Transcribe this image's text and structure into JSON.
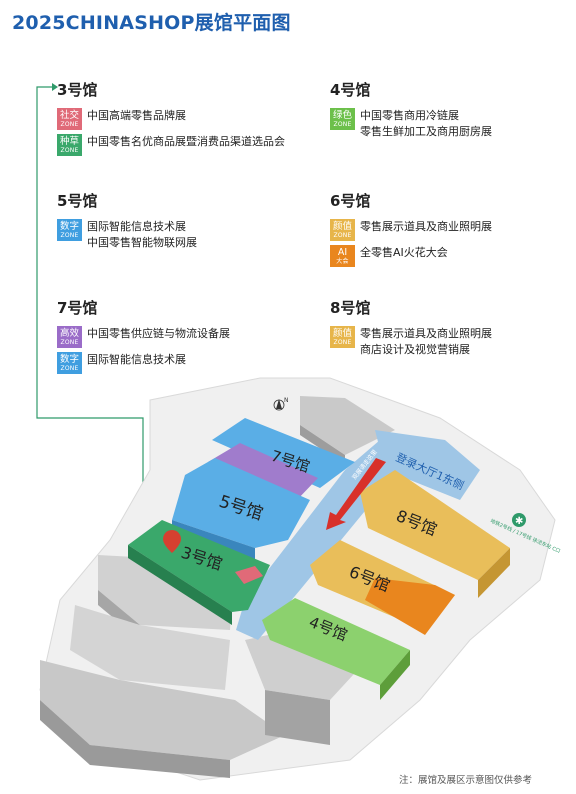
{
  "title": "2025CHINASHOP展馆平面图",
  "colors": {
    "title": "#1f5fae",
    "social": "#e06a78",
    "seed": "#3aa86b",
    "green": "#6cc04a",
    "digital": "#3f9ee0",
    "beauty": "#e7b54a",
    "ai": "#e9861e",
    "efficiency": "#9a6cc8",
    "connector": "#2f9a6a"
  },
  "halls": {
    "h3": {
      "name": "3号馆",
      "items": [
        {
          "zone1": "社交",
          "zone2": "ZONE",
          "color": "#e06a78",
          "lines": [
            "中国高端零售品牌展"
          ]
        },
        {
          "zone1": "种草",
          "zone2": "ZONE",
          "color": "#3aa86b",
          "lines": [
            "中国零售名优商品展暨消费品渠道选品会"
          ]
        }
      ]
    },
    "h4": {
      "name": "4号馆",
      "items": [
        {
          "zone1": "绿色",
          "zone2": "ZONE",
          "color": "#6cc04a",
          "lines": [
            "中国零售商用冷链展",
            "零售生鲜加工及商用厨房展"
          ]
        }
      ]
    },
    "h5": {
      "name": "5号馆",
      "items": [
        {
          "zone1": "数字",
          "zone2": "ZONE",
          "color": "#3f9ee0",
          "lines": [
            "国际智能信息技术展",
            "中国零售智能物联网展"
          ]
        }
      ]
    },
    "h6": {
      "name": "6号馆",
      "items": [
        {
          "zone1": "颜值",
          "zone2": "ZONE",
          "color": "#e7b54a",
          "lines": [
            "零售展示道具及商业照明展"
          ]
        },
        {
          "zone1": "AI",
          "zone2": "大会",
          "color": "#e9861e",
          "lines": [
            "全零售AI火花大会"
          ]
        }
      ]
    },
    "h7": {
      "name": "7号馆",
      "items": [
        {
          "zone1": "高效",
          "zone2": "ZONE",
          "color": "#9a6cc8",
          "lines": [
            "中国零售供应链与物流设备展"
          ]
        },
        {
          "zone1": "数字",
          "zone2": "ZONE",
          "color": "#3f9ee0",
          "lines": [
            "国际智能信息技术展"
          ]
        }
      ]
    },
    "h8": {
      "name": "8号馆",
      "items": [
        {
          "zone1": "颜值",
          "zone2": "ZONE",
          "color": "#e7b54a",
          "lines": [
            "零售展示道具及商业照明展",
            "商店设计及视觉营销展"
          ]
        }
      ]
    }
  },
  "map": {
    "hall7": "7号馆",
    "hall5": "5号馆",
    "hall3": "3号馆",
    "hall8": "8号馆",
    "hall6": "6号馆",
    "hall4": "4号馆",
    "hall_east": "登录大厅1东侧",
    "entrance_banner": "观展请走这里",
    "metro": "地铁2号线 / 17号线 徐泾东站 C口",
    "north": "N"
  },
  "note": "注：展馆及展区示意图仅供参考"
}
